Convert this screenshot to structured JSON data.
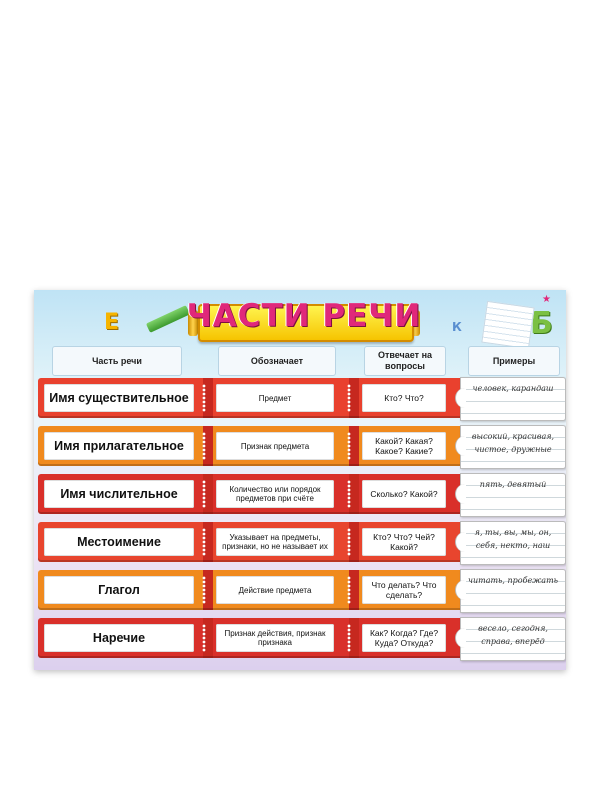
{
  "title": "ЧАСТИ РЕЧИ",
  "deco_letters": [
    "Е",
    "К",
    "Б"
  ],
  "headers": {
    "part": "Часть речи",
    "meaning": "Обозначает",
    "questions": "Отвечает на вопросы",
    "examples": "Примеры"
  },
  "rows": [
    {
      "name": "Имя существительное",
      "meaning": "Предмет",
      "questions": "Кто? Что?",
      "examples": "человек, карандаш",
      "color": "#e9412e"
    },
    {
      "name": "Имя прилагательное",
      "meaning": "Признак предмета",
      "questions": "Какой? Какая? Какое? Какие?",
      "examples": "высокий, красивая, чистое, дружные",
      "color": "#f08a1e"
    },
    {
      "name": "Имя числительное",
      "meaning": "Количество или порядок предметов при счёте",
      "questions": "Сколько? Какой?",
      "examples": "пять, девятый",
      "color": "#d9302a"
    },
    {
      "name": "Местоимение",
      "meaning": "Указывает на предметы, признаки, но не называет их",
      "questions": "Кто? Что? Чей? Какой?",
      "examples": "я, ты, вы, мы, он, себя, некто, наш",
      "color": "#e8452e"
    },
    {
      "name": "Глагол",
      "meaning": "Действие предмета",
      "questions": "Что делать? Что сделать?",
      "examples": "читать, пробежать",
      "color": "#f08a1e"
    },
    {
      "name": "Наречие",
      "meaning": "Признак действия, признак признака",
      "questions": "Как? Когда? Где? Куда? Откуда?",
      "examples": "весело, сегодня, справа, вперёд",
      "color": "#d9302a"
    }
  ]
}
